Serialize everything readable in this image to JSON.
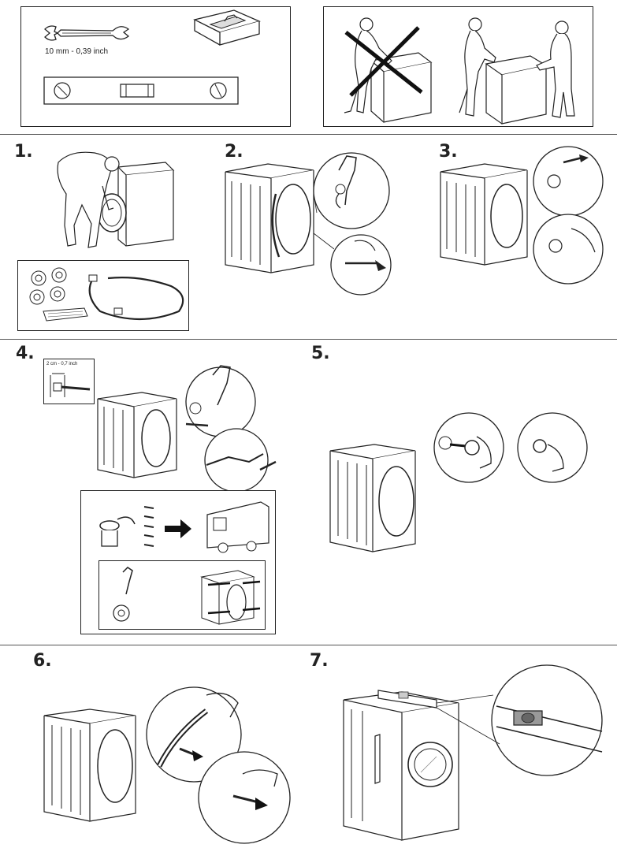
{
  "tools": {
    "wrench_size": "10 mm - 0,39 inch"
  },
  "steps": {
    "s1": "1.",
    "s2": "2.",
    "s3": "3.",
    "s4": "4.",
    "s5": "5.",
    "s6": "6.",
    "s7": "7."
  },
  "step4": {
    "gap_label": "2 cm - 0,7 inch"
  }
}
